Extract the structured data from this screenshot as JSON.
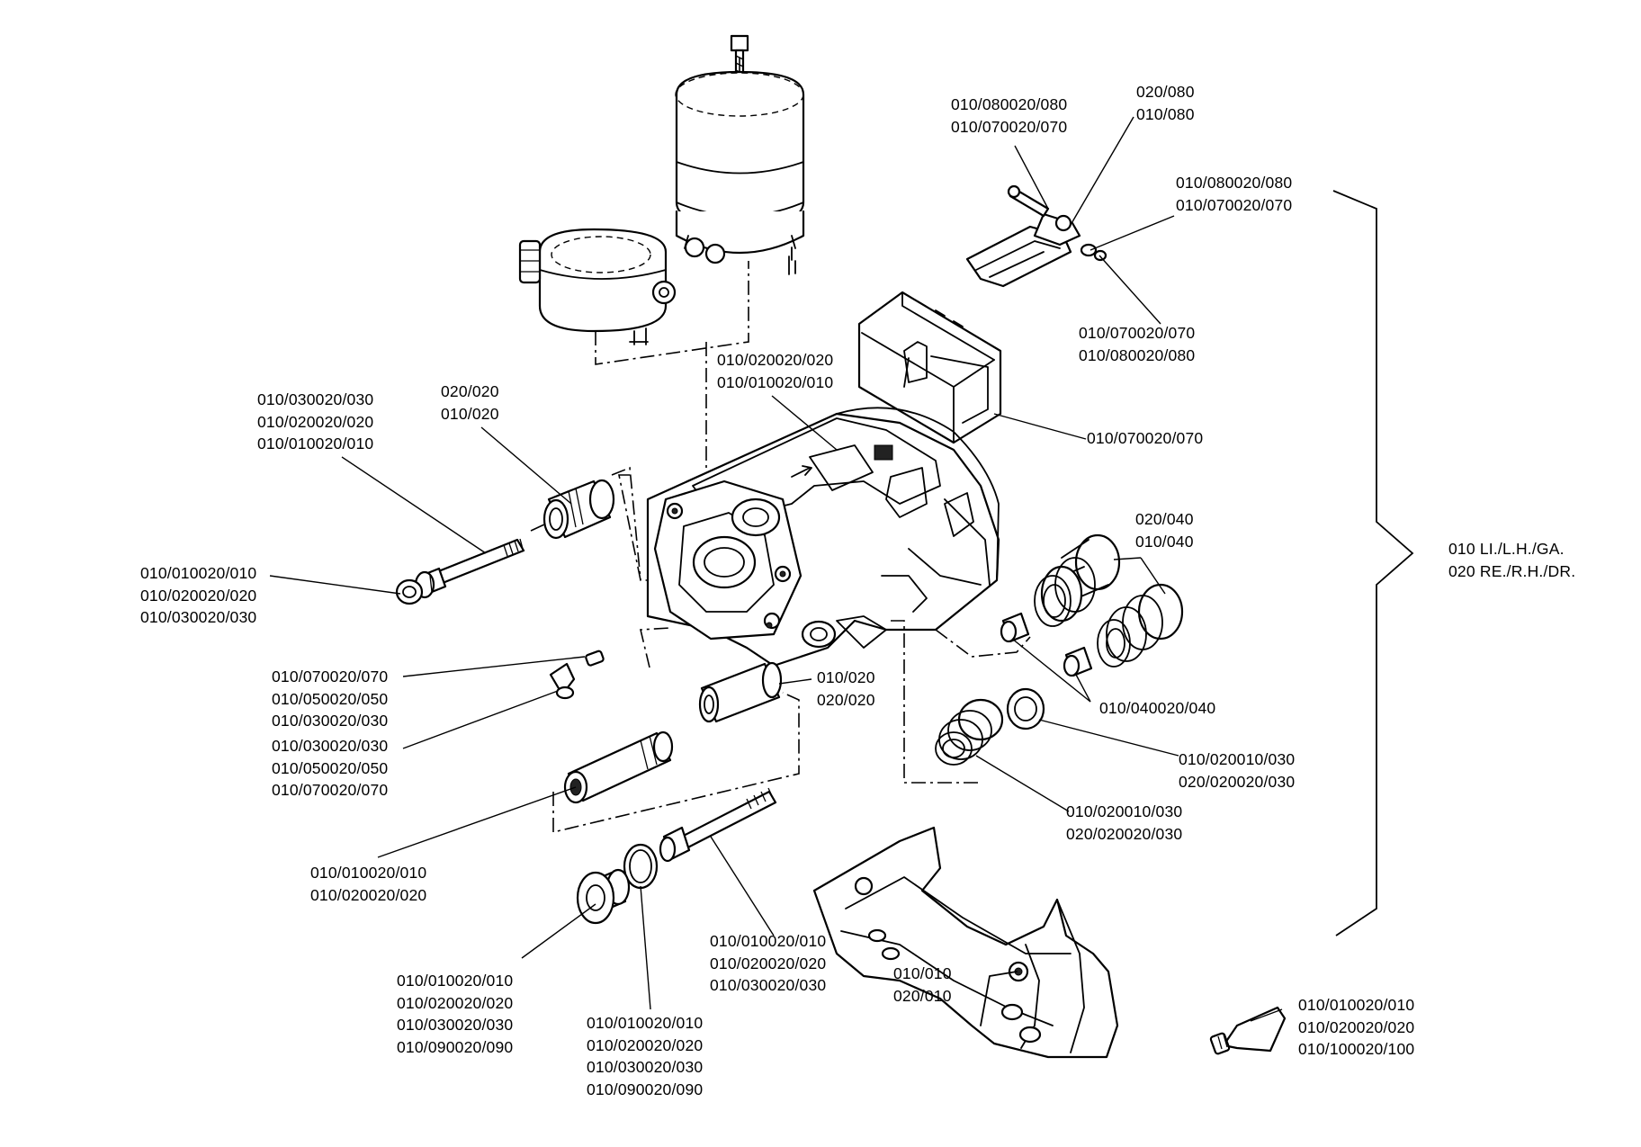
{
  "callouts": {
    "c01": [
      "010/080020/080",
      "010/070020/070"
    ],
    "c02": [
      "020/080",
      "010/080"
    ],
    "c03": [
      "010/080020/080",
      "010/070020/070"
    ],
    "c04": [
      "010/070020/070",
      "010/080020/080"
    ],
    "c05": [
      "010/020020/020",
      "010/010020/010"
    ],
    "c06": [
      "010/070020/070"
    ],
    "c07": [
      "010/030020/030",
      "010/020020/020",
      "010/010020/010"
    ],
    "c08": [
      "020/020",
      "010/020"
    ],
    "c09": [
      "010/010020/010",
      "010/020020/020",
      "010/030020/030"
    ],
    "c10": [
      "020/040",
      "010/040"
    ],
    "c11": [
      "010/040020/040"
    ],
    "c12": [
      "010/070020/070",
      "010/050020/050",
      "010/030020/030"
    ],
    "c13": [
      "010/030020/030",
      "010/050020/050",
      "010/070020/070"
    ],
    "c14": [
      "010/020",
      "020/020"
    ],
    "c15": [
      "010/020010/030",
      "020/020020/030"
    ],
    "c16": [
      "010/020010/030",
      "020/020020/030"
    ],
    "c17": [
      "010/010020/010",
      "010/020020/020"
    ],
    "c18": [
      "010/010020/010",
      "010/020020/020",
      "010/030020/030"
    ],
    "c19": [
      "010/010",
      "020/010"
    ],
    "c20": [
      "010/010020/010",
      "010/020020/020",
      "010/030020/030",
      "010/090020/090"
    ],
    "c21": [
      "010/010020/010",
      "010/020020/020",
      "010/030020/030",
      "010/090020/090"
    ],
    "c22": [
      "010/010020/010",
      "010/020020/020",
      "010/100020/100"
    ]
  },
  "side_note": [
    "010 LI./L.H./GA.",
    "020 RE./R.H./DR."
  ]
}
